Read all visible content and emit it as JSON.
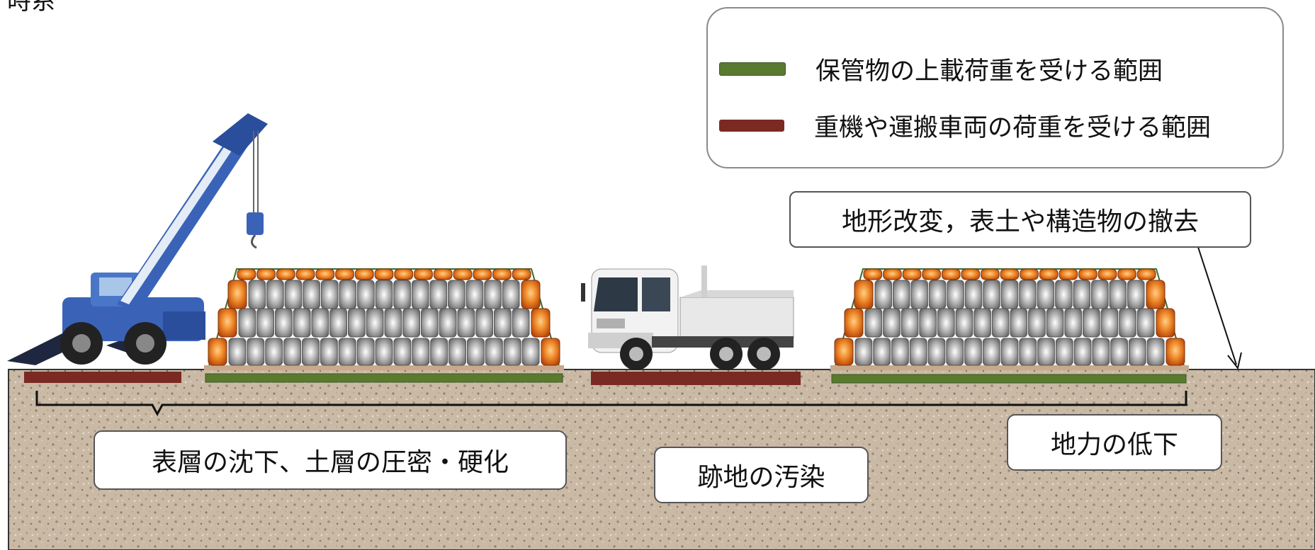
{
  "partial_top_text": "時系",
  "legend": {
    "items": [
      {
        "label": "保管物の上載荷重を受ける範囲",
        "color": "#5a7a30"
      },
      {
        "label": "重機や運搬車両の荷重を受ける範囲",
        "color": "#7a2a22"
      }
    ]
  },
  "labels": {
    "terrain": "地形改変，表土や構造物の撤去",
    "subsidence": "表層の沈下、土層の圧密・硬化",
    "contamination": "跡地の汚染",
    "fertility": "地力の低下"
  },
  "colors": {
    "soil": "#c8b8a4",
    "bag_gray": "#9a9a9a",
    "bag_orange": "#e27a1e",
    "storage_band": "#5a7a30",
    "load_band": "#7a2a22"
  },
  "icons": {
    "crane": "crane-icon",
    "dump_truck": "dump-truck-icon"
  }
}
